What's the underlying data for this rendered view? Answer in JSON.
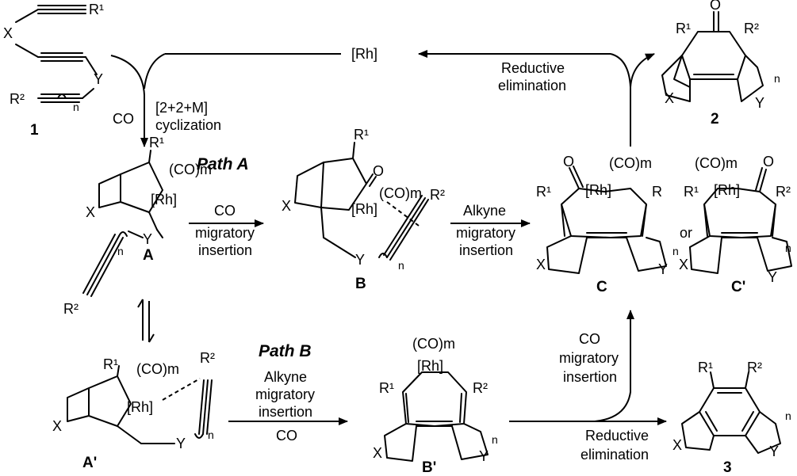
{
  "compounds": {
    "c1": "1",
    "c2": "2",
    "c3": "3",
    "A": "A",
    "A_prime": "A'",
    "B": "B",
    "B_prime": "B'",
    "C": "C",
    "C_prime": "C'"
  },
  "paths": {
    "a": "Path A",
    "b": "Path B"
  },
  "reagents": {
    "co": "CO",
    "cyclization_1": "[2+2+M]",
    "cyclization_2": "cyclization",
    "rh": "[Rh]",
    "reductive_1": "Reductive",
    "reductive_2": "elimination",
    "migratory": "migratory",
    "insertion": "insertion",
    "alkyne": "Alkyne",
    "or": "or"
  },
  "atoms": {
    "x": "X",
    "y": "Y",
    "r1": "R¹",
    "r2": "R²",
    "r": "R",
    "o": "O",
    "rh": "[Rh]",
    "com": "(CO)m",
    "n": "n"
  }
}
